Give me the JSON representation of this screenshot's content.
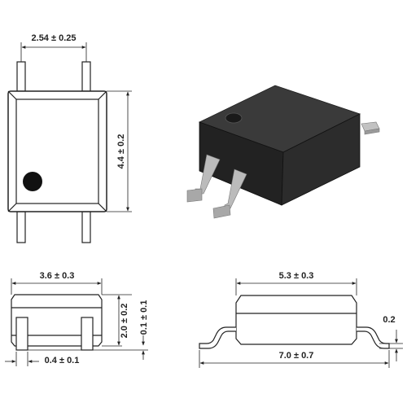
{
  "dimensions": {
    "top_lead_pitch": "2.54 ± 0.25",
    "top_body_length": "4.4 ± 0.2",
    "side_body_width": "3.6 ± 0.3",
    "side_lead_width": "0.4 ± 0.1",
    "side_body_height": "2.0 ± 0.2",
    "side_standoff": "0.1 ± 0.1",
    "end_body_width": "5.3 ± 0.3",
    "end_overall_width": "7.0 ± 0.7",
    "end_lead_thickness": "0.2"
  },
  "colors": {
    "body_outline": "#222222",
    "package_dark": "#2b2b2b",
    "lead_gray": "#bdbdbd",
    "pin1_mark": "#111111"
  }
}
